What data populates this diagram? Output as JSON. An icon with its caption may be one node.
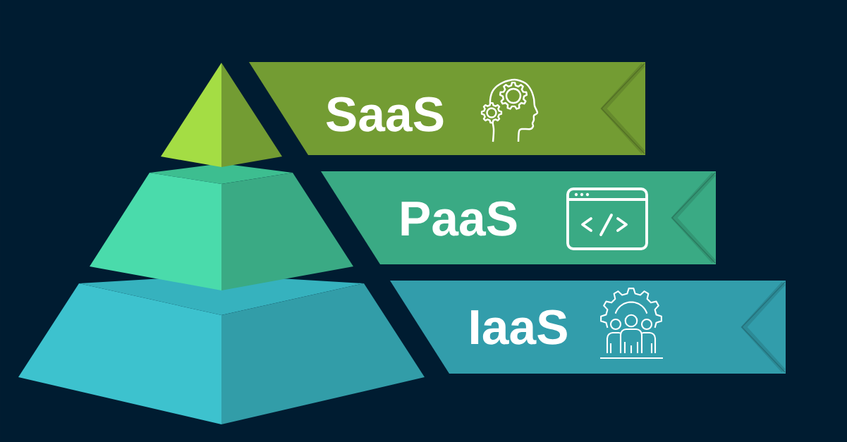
{
  "diagram": {
    "nodes": [
      {
        "text": [
          "SaaS"
        ]
      },
      {
        "text": [
          "PaaS"
        ]
      },
      {
        "text": [
          "IaaS"
        ]
      }
    ]
  }
}
